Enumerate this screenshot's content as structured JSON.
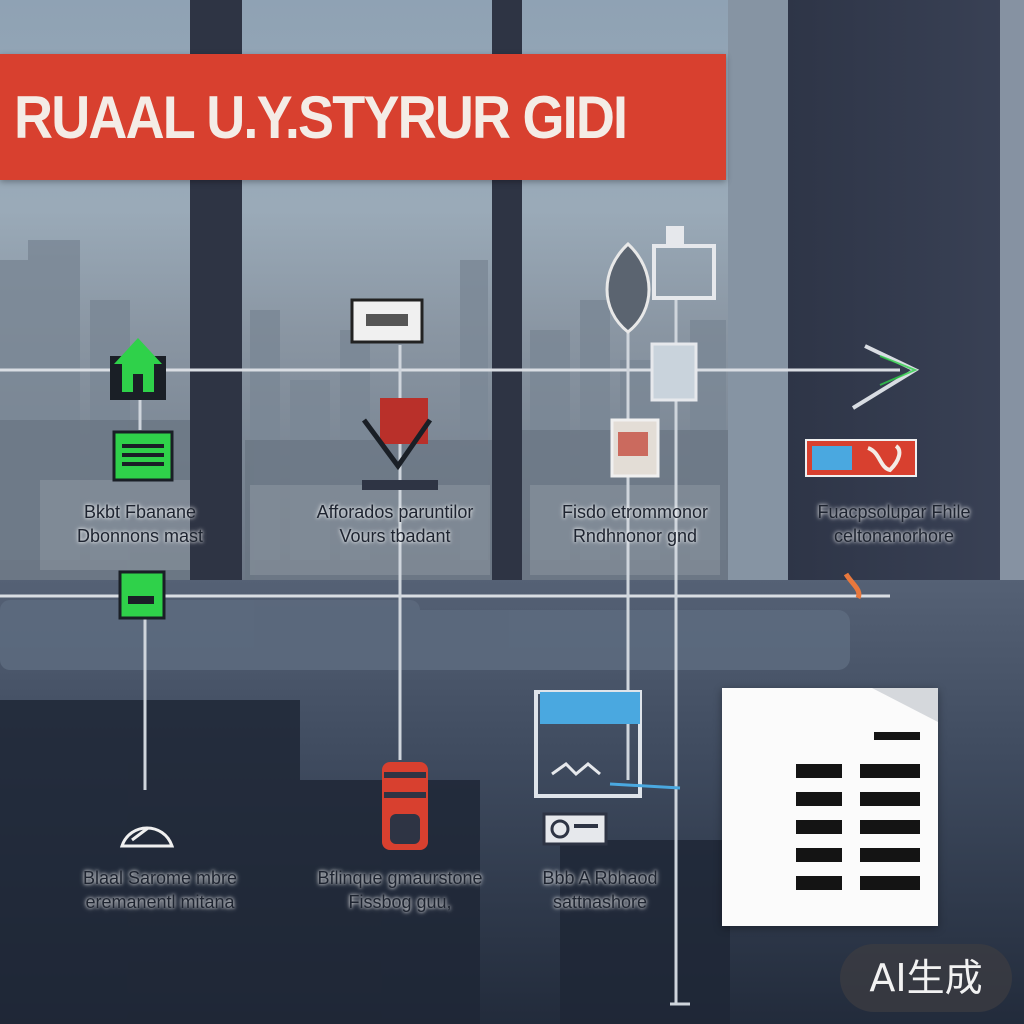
{
  "banner": {
    "title": "RUAAL U.Y.STYRUR GIDI"
  },
  "milestones": [
    {
      "line1": "Bkbt Fbanane",
      "line2": "Dbonnons mast"
    },
    {
      "line1": "Afforados paruntilor",
      "line2": "Vours tbadant"
    },
    {
      "line1": "Fisdo etrommonor",
      "line2": "Rndhnonor gnd"
    },
    {
      "line1": "Fuacpsolupar Fhile",
      "line2": "celtonanorhore"
    },
    {
      "line1": "Blaal Sarome mbre",
      "line2": "eremanentl mitana"
    },
    {
      "line1": "Bflinque gmaurstone",
      "line2": "Fissbog guu,"
    },
    {
      "line1": "Bbb A Rbhaod",
      "line2": "sattnashore"
    }
  ],
  "badge": {
    "label": "AI生成"
  },
  "colors": {
    "banner": "#d8402f",
    "accent_green": "#2fd14a",
    "accent_red": "#d8402f",
    "accent_blue": "#4aa8e0",
    "timeline": "#d9dde3"
  },
  "icons": [
    "house-icon",
    "list-card-icon",
    "plug-icon",
    "monitor-icon",
    "download-arrow-icon",
    "leaf-icon",
    "lamp-icon",
    "photo-card-icon",
    "bolt-icon",
    "chart-board-icon",
    "battery-icon",
    "radio-icon",
    "gauge-icon",
    "document-icon"
  ]
}
